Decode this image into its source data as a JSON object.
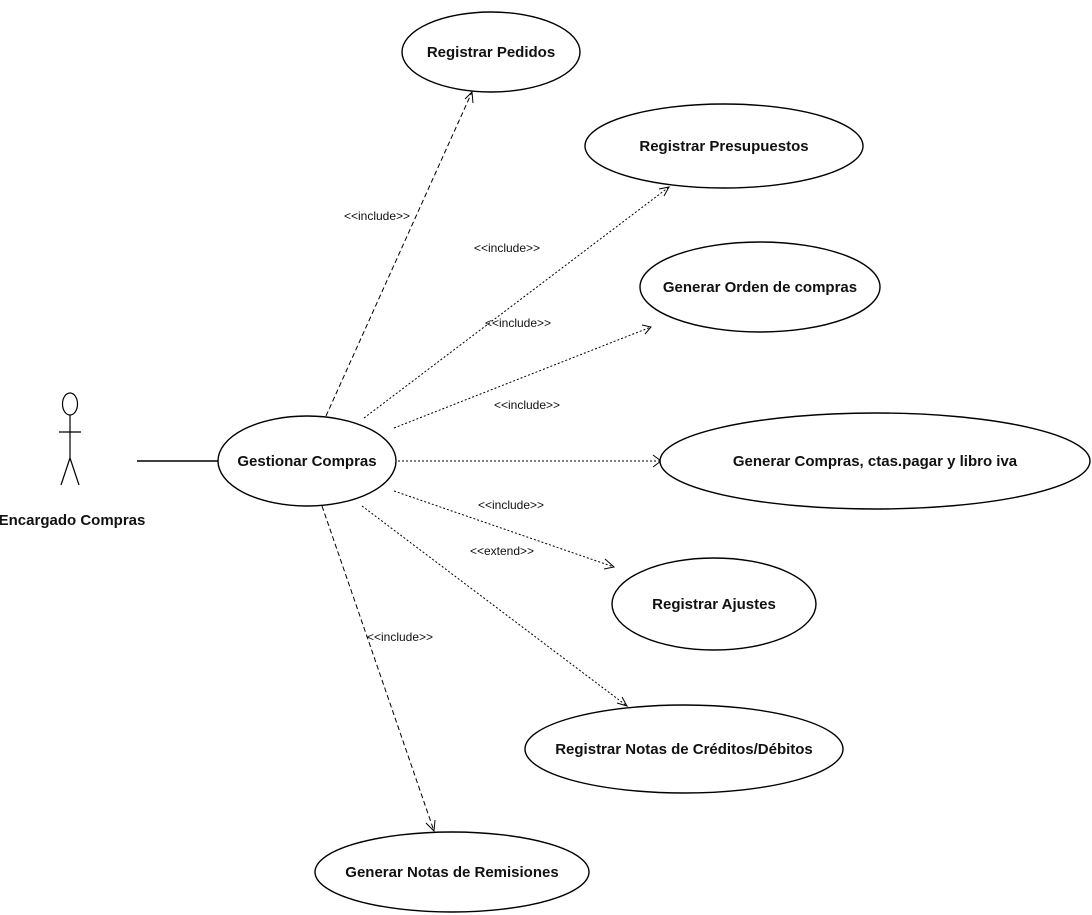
{
  "actor": {
    "name": "Encargado Compras"
  },
  "main_use_case": {
    "label": "Gestionar Compras"
  },
  "use_cases": [
    {
      "id": "pedidos",
      "label": "Registrar Pedidos",
      "stereotype": "<<include>>"
    },
    {
      "id": "presupuestos",
      "label": "Registrar Presupuestos",
      "stereotype": "<<include>>"
    },
    {
      "id": "orden",
      "label": "Generar Orden de compras",
      "stereotype": "<<include>>"
    },
    {
      "id": "compras",
      "label": "Generar Compras, ctas.pagar y libro iva",
      "stereotype": "<<include>>"
    },
    {
      "id": "ajustes",
      "label": "Registrar Ajustes",
      "stereotype": "<<include>>"
    },
    {
      "id": "notas",
      "label": "Registrar Notas de Créditos/Débitos",
      "stereotype": "<<extend>>"
    },
    {
      "id": "remisiones",
      "label": "Generar Notas de Remisiones",
      "stereotype": "<<include>>"
    }
  ]
}
